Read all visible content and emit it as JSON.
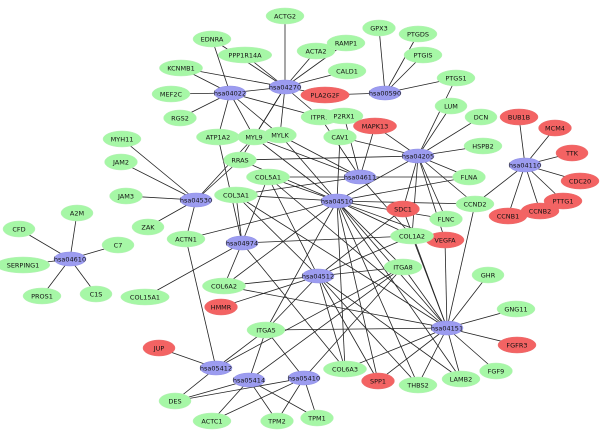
{
  "colors": {
    "gene_up": "#a6f7a6",
    "gene_down": "#f36363",
    "pathway": "#9c9cf0",
    "edge": "#222222"
  },
  "nodes": [
    {
      "id": "hsa04270",
      "label": "hsa04270",
      "kind": "pathway"
    },
    {
      "id": "hsa04022",
      "label": "hsa04022",
      "kind": "pathway"
    },
    {
      "id": "hsa00590",
      "label": "hsa00590",
      "kind": "pathway"
    },
    {
      "id": "hsa04205",
      "label": "hsa04205",
      "kind": "pathway"
    },
    {
      "id": "hsa04611",
      "label": "hsa04611",
      "kind": "pathway"
    },
    {
      "id": "hsa04510",
      "label": "hsa04510",
      "kind": "pathway"
    },
    {
      "id": "hsa04530",
      "label": "hsa04530",
      "kind": "pathway"
    },
    {
      "id": "hsa04974",
      "label": "hsa04974",
      "kind": "pathway"
    },
    {
      "id": "hsa04110",
      "label": "hsa04110",
      "kind": "pathway"
    },
    {
      "id": "hsa04610",
      "label": "hsa04610",
      "kind": "pathway"
    },
    {
      "id": "hsa04512",
      "label": "hsa04512",
      "kind": "pathway"
    },
    {
      "id": "hsa04151",
      "label": "hsa04151",
      "kind": "pathway"
    },
    {
      "id": "hsa05412",
      "label": "hsa05412",
      "kind": "pathway"
    },
    {
      "id": "hsa05414",
      "label": "hsa05414",
      "kind": "pathway"
    },
    {
      "id": "hsa05410",
      "label": "hsa05410",
      "kind": "pathway"
    },
    {
      "id": "ACTG2",
      "label": "ACTG2",
      "kind": "up"
    },
    {
      "id": "ACTA2",
      "label": "ACTA2",
      "kind": "up"
    },
    {
      "id": "EDNRA",
      "label": "EDNRA",
      "kind": "up"
    },
    {
      "id": "PPP1R14A",
      "label": "PPP1R14A",
      "kind": "up"
    },
    {
      "id": "RAMP1",
      "label": "RAMP1",
      "kind": "up"
    },
    {
      "id": "CALD1",
      "label": "CALD1",
      "kind": "up"
    },
    {
      "id": "GPX3",
      "label": "GPX3",
      "kind": "up"
    },
    {
      "id": "PTGDS",
      "label": "PTGDS",
      "kind": "up"
    },
    {
      "id": "PTGIS",
      "label": "PTGIS",
      "kind": "up"
    },
    {
      "id": "PTGS1",
      "label": "PTGS1",
      "kind": "up"
    },
    {
      "id": "PLA2G2F",
      "label": "PLA2G2F",
      "kind": "down"
    },
    {
      "id": "KCNMB1",
      "label": "KCNMB1",
      "kind": "up"
    },
    {
      "id": "MEF2C",
      "label": "MEF2C",
      "kind": "up"
    },
    {
      "id": "RGS2",
      "label": "RGS2",
      "kind": "up"
    },
    {
      "id": "ATP1A2",
      "label": "ATP1A2",
      "kind": "up"
    },
    {
      "id": "MYL9",
      "label": "MYL9",
      "kind": "up"
    },
    {
      "id": "MYLK",
      "label": "MYLK",
      "kind": "up"
    },
    {
      "id": "ITPR1",
      "label": "ITPR1",
      "kind": "up"
    },
    {
      "id": "P2RX1",
      "label": "P2RX1",
      "kind": "up"
    },
    {
      "id": "MAPK13",
      "label": "MAPK13",
      "kind": "down"
    },
    {
      "id": "CAV1",
      "label": "CAV1",
      "kind": "up"
    },
    {
      "id": "LUM",
      "label": "LUM",
      "kind": "up"
    },
    {
      "id": "DCN",
      "label": "DCN",
      "kind": "up"
    },
    {
      "id": "HSPB2",
      "label": "HSPB2",
      "kind": "up"
    },
    {
      "id": "FLNA",
      "label": "FLNA",
      "kind": "up"
    },
    {
      "id": "FLNC",
      "label": "FLNC",
      "kind": "up"
    },
    {
      "id": "CCND2",
      "label": "CCND2",
      "kind": "up"
    },
    {
      "id": "SDC1",
      "label": "SDC1",
      "kind": "down"
    },
    {
      "id": "VEGFA",
      "label": "VEGFA",
      "kind": "down"
    },
    {
      "id": "COL1A2",
      "label": "COL1A2",
      "kind": "up"
    },
    {
      "id": "BUB1B",
      "label": "BUB1B",
      "kind": "down"
    },
    {
      "id": "MCM4",
      "label": "MCM4",
      "kind": "down"
    },
    {
      "id": "TTK",
      "label": "TTK",
      "kind": "down"
    },
    {
      "id": "CDC20",
      "label": "CDC20",
      "kind": "down"
    },
    {
      "id": "PTTG1",
      "label": "PTTG1",
      "kind": "down"
    },
    {
      "id": "CCNB2",
      "label": "CCNB2",
      "kind": "down"
    },
    {
      "id": "CCNB1",
      "label": "CCNB1",
      "kind": "down"
    },
    {
      "id": "MYH11",
      "label": "MYH11",
      "kind": "up"
    },
    {
      "id": "JAM2",
      "label": "JAM2",
      "kind": "up"
    },
    {
      "id": "JAM3",
      "label": "JAM3",
      "kind": "up"
    },
    {
      "id": "ZAK",
      "label": "ZAK",
      "kind": "up"
    },
    {
      "id": "RRAS",
      "label": "RRAS",
      "kind": "up"
    },
    {
      "id": "COL5A1",
      "label": "COL5A1",
      "kind": "up"
    },
    {
      "id": "COL3A1",
      "label": "COL3A1",
      "kind": "up"
    },
    {
      "id": "ACTN1",
      "label": "ACTN1",
      "kind": "up"
    },
    {
      "id": "A2M",
      "label": "A2M",
      "kind": "up"
    },
    {
      "id": "CFD",
      "label": "CFD",
      "kind": "up"
    },
    {
      "id": "C7",
      "label": "C7",
      "kind": "up"
    },
    {
      "id": "SERPING1",
      "label": "SERPING1",
      "kind": "up"
    },
    {
      "id": "PROS1",
      "label": "PROS1",
      "kind": "up"
    },
    {
      "id": "C1S",
      "label": "C1S",
      "kind": "up"
    },
    {
      "id": "COL15A1",
      "label": "COL15A1",
      "kind": "up"
    },
    {
      "id": "COL6A2",
      "label": "COL6A2",
      "kind": "up"
    },
    {
      "id": "HMMR",
      "label": "HMMR",
      "kind": "down"
    },
    {
      "id": "ITGA8",
      "label": "ITGA8",
      "kind": "up"
    },
    {
      "id": "GHR",
      "label": "GHR",
      "kind": "up"
    },
    {
      "id": "GNG11",
      "label": "GNG11",
      "kind": "up"
    },
    {
      "id": "ITGA5",
      "label": "ITGA5",
      "kind": "up"
    },
    {
      "id": "FGFR3",
      "label": "FGFR3",
      "kind": "down"
    },
    {
      "id": "JUP",
      "label": "JUP",
      "kind": "down"
    },
    {
      "id": "COL6A3",
      "label": "COL6A3",
      "kind": "up"
    },
    {
      "id": "SPP1",
      "label": "SPP1",
      "kind": "down"
    },
    {
      "id": "THBS2",
      "label": "THBS2",
      "kind": "up"
    },
    {
      "id": "LAMB2",
      "label": "LAMB2",
      "kind": "up"
    },
    {
      "id": "FGF9",
      "label": "FGF9",
      "kind": "up"
    },
    {
      "id": "DES",
      "label": "DES",
      "kind": "up"
    },
    {
      "id": "ACTC1",
      "label": "ACTC1",
      "kind": "up"
    },
    {
      "id": "TPM2",
      "label": "TPM2",
      "kind": "up"
    },
    {
      "id": "TPM1",
      "label": "TPM1",
      "kind": "up"
    }
  ],
  "edges": [
    [
      "hsa04270",
      "ACTG2"
    ],
    [
      "hsa04270",
      "ACTA2"
    ],
    [
      "hsa04270",
      "EDNRA"
    ],
    [
      "hsa04270",
      "PPP1R14A"
    ],
    [
      "hsa04270",
      "RAMP1"
    ],
    [
      "hsa04270",
      "CALD1"
    ],
    [
      "hsa04270",
      "PLA2G2F"
    ],
    [
      "hsa04270",
      "KCNMB1"
    ],
    [
      "hsa04270",
      "MYL9"
    ],
    [
      "hsa04270",
      "MYLK"
    ],
    [
      "hsa04270",
      "ITPR1"
    ],
    [
      "hsa04270",
      "RRAS"
    ],
    [
      "hsa04270",
      "hsa04022"
    ],
    [
      "hsa04022",
      "EDNRA"
    ],
    [
      "hsa04022",
      "KCNMB1"
    ],
    [
      "hsa04022",
      "MEF2C"
    ],
    [
      "hsa04022",
      "RGS2"
    ],
    [
      "hsa04022",
      "ATP1A2"
    ],
    [
      "hsa04022",
      "MYL9"
    ],
    [
      "hsa04022",
      "MYLK"
    ],
    [
      "hsa04022",
      "ITPR1"
    ],
    [
      "hsa00590",
      "GPX3"
    ],
    [
      "hsa00590",
      "PTGDS"
    ],
    [
      "hsa00590",
      "PTGIS"
    ],
    [
      "hsa00590",
      "PTGS1"
    ],
    [
      "hsa00590",
      "PLA2G2F"
    ],
    [
      "hsa04205",
      "PTGS1"
    ],
    [
      "hsa04205",
      "LUM"
    ],
    [
      "hsa04205",
      "DCN"
    ],
    [
      "hsa04205",
      "HSPB2"
    ],
    [
      "hsa04205",
      "FLNA"
    ],
    [
      "hsa04205",
      "FLNC"
    ],
    [
      "hsa04205",
      "CCND2"
    ],
    [
      "hsa04205",
      "SDC1"
    ],
    [
      "hsa04205",
      "VEGFA"
    ],
    [
      "hsa04205",
      "CAV1"
    ],
    [
      "hsa04205",
      "MAPK13"
    ],
    [
      "hsa04205",
      "RRAS"
    ],
    [
      "hsa04205",
      "COL1A2"
    ],
    [
      "hsa04205",
      "hsa04510"
    ],
    [
      "hsa04611",
      "ITPR1"
    ],
    [
      "hsa04611",
      "P2RX1"
    ],
    [
      "hsa04611",
      "MAPK13"
    ],
    [
      "hsa04611",
      "MYLK"
    ],
    [
      "hsa04611",
      "MYL9"
    ],
    [
      "hsa04611",
      "FLNA"
    ],
    [
      "hsa04611",
      "COL1A2"
    ],
    [
      "hsa04611",
      "COL3A1"
    ],
    [
      "hsa04611",
      "COL5A1"
    ],
    [
      "hsa04510",
      "CAV1"
    ],
    [
      "hsa04510",
      "MYLK"
    ],
    [
      "hsa04510",
      "MYL9"
    ],
    [
      "hsa04510",
      "FLNA"
    ],
    [
      "hsa04510",
      "FLNC"
    ],
    [
      "hsa04510",
      "CCND2"
    ],
    [
      "hsa04510",
      "VEGFA"
    ],
    [
      "hsa04510",
      "COL1A2"
    ],
    [
      "hsa04510",
      "COL3A1"
    ],
    [
      "hsa04510",
      "COL5A1"
    ],
    [
      "hsa04510",
      "COL6A2"
    ],
    [
      "hsa04510",
      "COL6A3"
    ],
    [
      "hsa04510",
      "ITGA8"
    ],
    [
      "hsa04510",
      "ITGA5"
    ],
    [
      "hsa04510",
      "ACTN1"
    ],
    [
      "hsa04510",
      "SPP1"
    ],
    [
      "hsa04510",
      "THBS2"
    ],
    [
      "hsa04510",
      "LAMB2"
    ],
    [
      "hsa04510",
      "RRAS"
    ],
    [
      "hsa04530",
      "MYH11"
    ],
    [
      "hsa04530",
      "JAM2"
    ],
    [
      "hsa04530",
      "JAM3"
    ],
    [
      "hsa04530",
      "ZAK"
    ],
    [
      "hsa04530",
      "ACTN1"
    ],
    [
      "hsa04530",
      "MYL9"
    ],
    [
      "hsa04530",
      "RRAS"
    ],
    [
      "hsa04974",
      "COL3A1"
    ],
    [
      "hsa04974",
      "COL5A1"
    ],
    [
      "hsa04974",
      "COL1A2"
    ],
    [
      "hsa04974",
      "COL6A2"
    ],
    [
      "hsa04974",
      "COL6A3"
    ],
    [
      "hsa04974",
      "COL15A1"
    ],
    [
      "hsa04974",
      "ATP1A2"
    ],
    [
      "hsa04110",
      "BUB1B"
    ],
    [
      "hsa04110",
      "MCM4"
    ],
    [
      "hsa04110",
      "TTK"
    ],
    [
      "hsa04110",
      "CDC20"
    ],
    [
      "hsa04110",
      "PTTG1"
    ],
    [
      "hsa04110",
      "CCNB2"
    ],
    [
      "hsa04110",
      "CCNB1"
    ],
    [
      "hsa04110",
      "CCND2"
    ],
    [
      "hsa04610",
      "A2M"
    ],
    [
      "hsa04610",
      "CFD"
    ],
    [
      "hsa04610",
      "C7"
    ],
    [
      "hsa04610",
      "SERPING1"
    ],
    [
      "hsa04610",
      "PROS1"
    ],
    [
      "hsa04610",
      "C1S"
    ],
    [
      "hsa04512",
      "COL1A2"
    ],
    [
      "hsa04512",
      "COL3A1"
    ],
    [
      "hsa04512",
      "COL5A1"
    ],
    [
      "hsa04512",
      "COL6A2"
    ],
    [
      "hsa04512",
      "COL6A3"
    ],
    [
      "hsa04512",
      "HMMR"
    ],
    [
      "hsa04512",
      "ITGA8"
    ],
    [
      "hsa04512",
      "ITGA5"
    ],
    [
      "hsa04512",
      "SDC1"
    ],
    [
      "hsa04512",
      "SPP1"
    ],
    [
      "hsa04512",
      "THBS2"
    ],
    [
      "hsa04512",
      "LAMB2"
    ],
    [
      "hsa04151",
      "COL1A2"
    ],
    [
      "hsa04151",
      "COL3A1"
    ],
    [
      "hsa04151",
      "COL5A1"
    ],
    [
      "hsa04151",
      "COL6A2"
    ],
    [
      "hsa04151",
      "COL6A3"
    ],
    [
      "hsa04151",
      "ITGA8"
    ],
    [
      "hsa04151",
      "ITGA5"
    ],
    [
      "hsa04151",
      "GHR"
    ],
    [
      "hsa04151",
      "GNG11"
    ],
    [
      "hsa04151",
      "FGFR3"
    ],
    [
      "hsa04151",
      "FGF9"
    ],
    [
      "hsa04151",
      "SPP1"
    ],
    [
      "hsa04151",
      "THBS2"
    ],
    [
      "hsa04151",
      "LAMB2"
    ],
    [
      "hsa04151",
      "VEGFA"
    ],
    [
      "hsa04151",
      "CCND2"
    ],
    [
      "hsa04151",
      "SDC1"
    ],
    [
      "hsa04151",
      "hsa04510"
    ],
    [
      "hsa05412",
      "JUP"
    ],
    [
      "hsa05412",
      "ITGA5"
    ],
    [
      "hsa05412",
      "ACTN1"
    ],
    [
      "hsa05412",
      "DES"
    ],
    [
      "hsa05412",
      "ITGA8"
    ],
    [
      "hsa05414",
      "ITGA5"
    ],
    [
      "hsa05414",
      "DES"
    ],
    [
      "hsa05414",
      "ACTC1"
    ],
    [
      "hsa05414",
      "TPM2"
    ],
    [
      "hsa05414",
      "TPM1"
    ],
    [
      "hsa05414",
      "ITGA8"
    ],
    [
      "hsa05410",
      "ITGA5"
    ],
    [
      "hsa05410",
      "DES"
    ],
    [
      "hsa05410",
      "ACTC1"
    ],
    [
      "hsa05410",
      "TPM2"
    ],
    [
      "hsa05410",
      "TPM1"
    ],
    [
      "hsa05410",
      "ITGA8"
    ]
  ]
}
